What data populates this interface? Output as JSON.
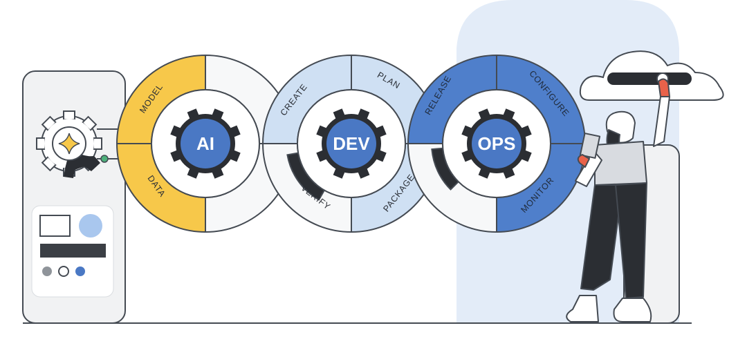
{
  "diagram": {
    "colors": {
      "ai_accent": "#f7c84a",
      "dev_accent": "#cfe0f3",
      "ops_accent": "#4f7fcb",
      "hub_blue": "#4a78c4",
      "gear_dark": "#2b2e33",
      "outline": "#444a52"
    },
    "hubs": [
      {
        "id": "ai",
        "label": "AI"
      },
      {
        "id": "dev",
        "label": "DEV"
      },
      {
        "id": "ops",
        "label": "OPS"
      }
    ],
    "segments": {
      "model": "MODEL",
      "data": "DATA",
      "create": "CREATE",
      "verify": "VERIFY",
      "plan": "PLAN",
      "package": "PACKAGE",
      "release": "RELEASE",
      "monitor": "MONITOR",
      "configure": "CONFIGURE"
    }
  }
}
